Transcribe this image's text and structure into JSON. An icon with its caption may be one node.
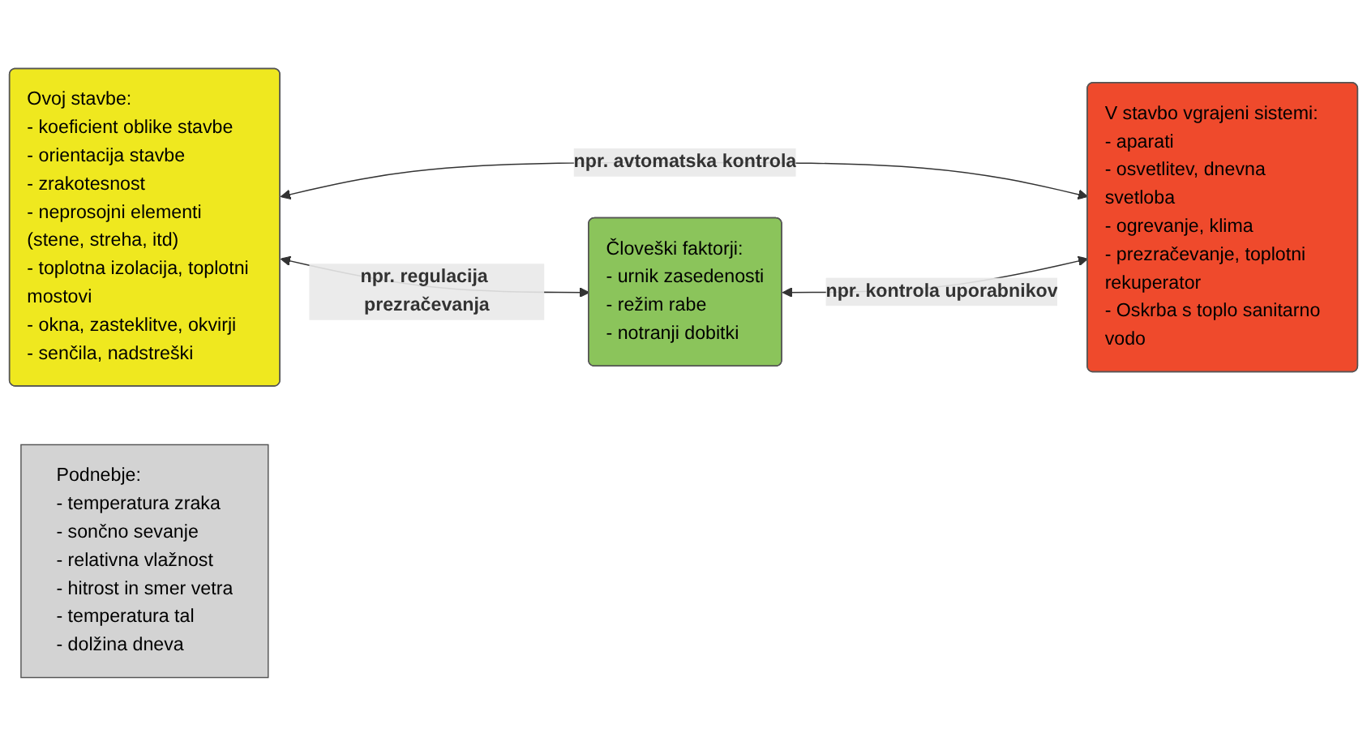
{
  "diagram": {
    "nodes": [
      {
        "text": [
          "Ovoj stavbe:",
          "- koeficient oblike stavbe",
          "- orientacija stavbe",
          "- zrakotesnost",
          "- neprosojni elementi (stene, streha, itd)",
          "- toplotna izolacija, toplotni mostovi",
          "- okna, zasteklitve, okvirji",
          "- senčila, nadstreški"
        ]
      },
      {
        "text": [
          "V stavbo vgrajeni sistemi:",
          "- aparati",
          "- osvetlitev, dnevna svetloba",
          "- ogrevanje, klima",
          "- prezračevanje, toplotni rekuperator",
          "- Oskrba s toplo sanitarno vodo"
        ]
      },
      {
        "text": [
          "Človeški faktorji:",
          "- urnik zasedenosti",
          "- režim rabe",
          "- notranji dobitki"
        ]
      },
      {
        "text": [
          "Podnebje:",
          "- temperatura zraka",
          "- sončno sevanje",
          "- relativna vlažnost",
          "- hitrost in smer vetra",
          "- temperatura tal",
          "- dolžina dneva"
        ]
      }
    ],
    "edges": [
      {
        "from": 0,
        "to": 1,
        "arrow": "both",
        "label": "npr. avtomatska kontrola"
      },
      {
        "from": 0,
        "to": 2,
        "arrow": "both",
        "label": "npr. regulacija prezračevanja"
      },
      {
        "from": 2,
        "to": 1,
        "arrow": "both",
        "label": "npr. kontrola uporabnikov"
      }
    ]
  }
}
